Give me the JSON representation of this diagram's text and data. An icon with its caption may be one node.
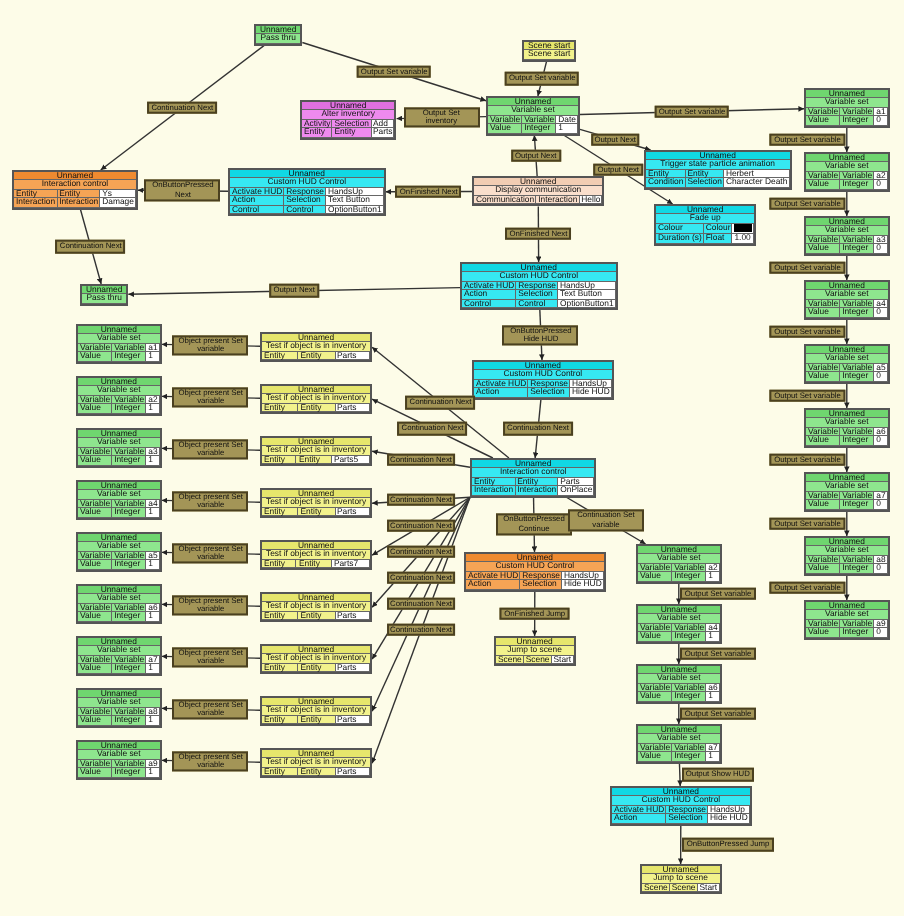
{
  "diagram": {
    "nodes": [
      {
        "text": [
          "Unnamed",
          "Pass thru"
        ]
      },
      {
        "text": [
          "Scene start",
          "Scene start"
        ]
      },
      {
        "text": [
          "Unnamed",
          "Variable set",
          "Variable",
          "Variable",
          "Date",
          "Value",
          "Integer",
          "1"
        ]
      },
      {
        "text": [
          "Unnamed",
          "Alter inventory",
          "Activity",
          "Selection",
          "Add",
          "Entity",
          "Entity",
          "Parts"
        ]
      },
      {
        "text": [
          "Unnamed",
          "Interaction control",
          "Entity",
          "Entity",
          "Ys",
          "Interaction",
          "Interaction",
          "Damage"
        ]
      },
      {
        "text": [
          "Unnamed",
          "Custom HUD Control",
          "Activate HUD",
          "Response",
          "HandsUp",
          "Action",
          "Selection",
          "Text Button",
          "Control",
          "Control",
          "OptionButton1"
        ]
      },
      {
        "text": [
          "Unnamed",
          "Display communication",
          "Communication",
          "Interaction",
          "Hello"
        ]
      },
      {
        "text": [
          "Unnamed",
          "Trigger state particle animation",
          "Entity",
          "Entity",
          "Herbert",
          "Condition",
          "Selection",
          "Character Death"
        ]
      },
      {
        "text": [
          "Unnamed",
          "Fade up",
          "Colour",
          "Colour",
          "Duration (s)",
          "Float",
          "1.00"
        ]
      },
      {
        "text": [
          "Unnamed",
          "Pass thru"
        ]
      },
      {
        "text": [
          "Unnamed",
          "Custom HUD Control",
          "Activate HUD",
          "Response",
          "HandsUp",
          "Action",
          "Selection",
          "Text Button",
          "Control",
          "Control",
          "OptionButton1"
        ]
      },
      {
        "text": [
          "Unnamed",
          "Custom HUD Control",
          "Activate HUD",
          "Response",
          "HandsUp",
          "Action",
          "Selection",
          "Hide HUD"
        ]
      },
      {
        "text": [
          "Unnamed",
          "Interaction control",
          "Entity",
          "Entity",
          "Parts",
          "Interaction",
          "Interaction",
          "OnPlace"
        ]
      },
      {
        "text": [
          "Unnamed",
          "Custom HUD Control",
          "Activate HUD",
          "Response",
          "HandsUp",
          "Action",
          "Selection",
          "Hide HUD"
        ]
      },
      {
        "text": [
          "Unnamed",
          "Jump to scene",
          "Scene",
          "Scene",
          "Start"
        ]
      },
      {
        "text": [
          "Unnamed",
          "Variable set",
          "Variable",
          "Variable",
          "a1",
          "Value",
          "Integer",
          "1"
        ]
      },
      {
        "text": [
          "Unnamed",
          "Variable set",
          "Variable",
          "Variable",
          "a2",
          "Value",
          "Integer",
          "1"
        ]
      },
      {
        "text": [
          "Unnamed",
          "Variable set",
          "Variable",
          "Variable",
          "a3",
          "Value",
          "Integer",
          "1"
        ]
      },
      {
        "text": [
          "Unnamed",
          "Variable set",
          "Variable",
          "Variable",
          "a4",
          "Value",
          "Integer",
          "1"
        ]
      },
      {
        "text": [
          "Unnamed",
          "Variable set",
          "Variable",
          "Variable",
          "a5",
          "Value",
          "Integer",
          "1"
        ]
      },
      {
        "text": [
          "Unnamed",
          "Variable set",
          "Variable",
          "Variable",
          "a6",
          "Value",
          "Integer",
          "1"
        ]
      },
      {
        "text": [
          "Unnamed",
          "Variable set",
          "Variable",
          "Variable",
          "a7",
          "Value",
          "Integer",
          "1"
        ]
      },
      {
        "text": [
          "Unnamed",
          "Variable set",
          "Variable",
          "Variable",
          "a8",
          "Value",
          "Integer",
          "1"
        ]
      },
      {
        "text": [
          "Unnamed",
          "Variable set",
          "Variable",
          "Variable",
          "a9",
          "Value",
          "Integer",
          "1"
        ]
      },
      {
        "text": [
          "Unnamed",
          "Test if object is in inventory",
          "Entity",
          "Entity",
          "Parts"
        ]
      },
      {
        "text": [
          "Unnamed",
          "Test if object is in inventory",
          "Entity",
          "Entity",
          "Parts"
        ]
      },
      {
        "text": [
          "Unnamed",
          "Test if object is in inventory",
          "Entity",
          "Entity",
          "Parts5"
        ]
      },
      {
        "text": [
          "Unnamed",
          "Test if object is in inventory",
          "Entity",
          "Entity",
          "Parts"
        ]
      },
      {
        "text": [
          "Unnamed",
          "Test if object is in inventory",
          "Entity",
          "Entity",
          "Parts7"
        ]
      },
      {
        "text": [
          "Unnamed",
          "Test if object is in inventory",
          "Entity",
          "Entity",
          "Parts"
        ]
      },
      {
        "text": [
          "Unnamed",
          "Test if object is in inventory",
          "Entity",
          "Entity",
          "Parts"
        ]
      },
      {
        "text": [
          "Unnamed",
          "Test if object is in inventory",
          "Entity",
          "Entity",
          "Parts"
        ]
      },
      {
        "text": [
          "Unnamed",
          "Test if object is in inventory",
          "Entity",
          "Entity",
          "Parts"
        ]
      },
      {
        "text": [
          "Unnamed",
          "Variable set",
          "Variable",
          "Variable",
          "a1",
          "Value",
          "Integer",
          "0"
        ]
      },
      {
        "text": [
          "Unnamed",
          "Variable set",
          "Variable",
          "Variable",
          "a2",
          "Value",
          "Integer",
          "0"
        ]
      },
      {
        "text": [
          "Unnamed",
          "Variable set",
          "Variable",
          "Variable",
          "a3",
          "Value",
          "Integer",
          "0"
        ]
      },
      {
        "text": [
          "Unnamed",
          "Variable set",
          "Variable",
          "Variable",
          "a4",
          "Value",
          "Integer",
          "0"
        ]
      },
      {
        "text": [
          "Unnamed",
          "Variable set",
          "Variable",
          "Variable",
          "a5",
          "Value",
          "Integer",
          "0"
        ]
      },
      {
        "text": [
          "Unnamed",
          "Variable set",
          "Variable",
          "Variable",
          "a6",
          "Value",
          "Integer",
          "0"
        ]
      },
      {
        "text": [
          "Unnamed",
          "Variable set",
          "Variable",
          "Variable",
          "a7",
          "Value",
          "Integer",
          "0"
        ]
      },
      {
        "text": [
          "Unnamed",
          "Variable set",
          "Variable",
          "Variable",
          "a8",
          "Value",
          "Integer",
          "0"
        ]
      },
      {
        "text": [
          "Unnamed",
          "Variable set",
          "Variable",
          "Variable",
          "a9",
          "Value",
          "Integer",
          "0"
        ]
      },
      {
        "text": [
          "Unnamed",
          "Variable set",
          "Variable",
          "Variable",
          "a2",
          "Value",
          "Integer",
          "1"
        ]
      },
      {
        "text": [
          "Unnamed",
          "Variable set",
          "Variable",
          "Variable",
          "a4",
          "Value",
          "Integer",
          "1"
        ]
      },
      {
        "text": [
          "Unnamed",
          "Variable set",
          "Variable",
          "Variable",
          "a6",
          "Value",
          "Integer",
          "1"
        ]
      },
      {
        "text": [
          "Unnamed",
          "Variable set",
          "Variable",
          "Variable",
          "a7",
          "Value",
          "Integer",
          "1"
        ]
      },
      {
        "text": [
          "Unnamed",
          "Custom HUD Control",
          "Activate HUD",
          "Response",
          "HandsUp",
          "Action",
          "Selection",
          "Hide HUD"
        ]
      },
      {
        "text": [
          "Unnamed",
          "Jump to scene",
          "Scene",
          "Scene",
          "Start"
        ]
      }
    ],
    "edges": [
      {
        "from": 1,
        "to": 2,
        "arrow": "to",
        "label": "Output Set variable"
      },
      {
        "from": 0,
        "to": 2,
        "arrow": "to",
        "label": "Output Set variable"
      },
      {
        "from": 0,
        "to": 4,
        "arrow": "to",
        "label": "Continuation Next"
      },
      {
        "from": 4,
        "to": 9,
        "arrow": "to",
        "label": "Continuation Next"
      },
      {
        "from": 10,
        "to": 9,
        "arrow": "to",
        "label": "Output Next"
      },
      {
        "from": 5,
        "to": 4,
        "arrow": "to",
        "label": "OnButtonPressed Next"
      },
      {
        "from": 6,
        "to": 5,
        "arrow": "to",
        "label": "OnFinished Next"
      },
      {
        "from": 2,
        "to": 3,
        "arrow": "to",
        "label": "Output Set inventory"
      },
      {
        "from": 6,
        "to": 2,
        "arrow": "to",
        "label": "Output Next"
      },
      {
        "from": 6,
        "to": 10,
        "arrow": "to",
        "label": "OnFinished Next"
      },
      {
        "from": 10,
        "to": 11,
        "arrow": "to",
        "label": "OnButtonPressed Hide HUD"
      },
      {
        "from": 11,
        "to": 12,
        "arrow": "to",
        "label": "Continuation Next"
      },
      {
        "from": 12,
        "to": 13,
        "arrow": "to",
        "label": "OnButtonPressed Continue"
      },
      {
        "from": 13,
        "to": 14,
        "arrow": "to",
        "label": "OnFinished Jump"
      },
      {
        "from": 2,
        "to": 7,
        "arrow": "to",
        "label": "Output Next"
      },
      {
        "from": 2,
        "to": 8,
        "arrow": "to",
        "label": "Output Next"
      },
      {
        "from": 2,
        "to": 33,
        "arrow": "to",
        "label": "Output Set variable"
      },
      {
        "from": 33,
        "to": 34,
        "arrow": "to",
        "label": "Output Set variable"
      },
      {
        "from": 34,
        "to": 35,
        "arrow": "to",
        "label": "Output Set variable"
      },
      {
        "from": 35,
        "to": 36,
        "arrow": "to",
        "label": "Output Set variable"
      },
      {
        "from": 36,
        "to": 37,
        "arrow": "to",
        "label": "Output Set variable"
      },
      {
        "from": 37,
        "to": 38,
        "arrow": "to",
        "label": "Output Set variable"
      },
      {
        "from": 38,
        "to": 39,
        "arrow": "to",
        "label": "Output Set variable"
      },
      {
        "from": 39,
        "to": 40,
        "arrow": "to",
        "label": "Output Set variable"
      },
      {
        "from": 40,
        "to": 41,
        "arrow": "to",
        "label": "Output Set variable"
      },
      {
        "from": 12,
        "to": 24,
        "arrow": "to",
        "label": "Continuation Next"
      },
      {
        "from": 12,
        "to": 25,
        "arrow": "to",
        "label": "Continuation Next"
      },
      {
        "from": 12,
        "to": 26,
        "arrow": "to",
        "label": "Continuation Next"
      },
      {
        "from": 12,
        "to": 27,
        "arrow": "to",
        "label": "Continuation Next"
      },
      {
        "from": 12,
        "to": 28,
        "arrow": "to",
        "label": "Continuation Next"
      },
      {
        "from": 12,
        "to": 29,
        "arrow": "to",
        "label": "Continuation Next"
      },
      {
        "from": 12,
        "to": 30,
        "arrow": "to",
        "label": "Continuation Next"
      },
      {
        "from": 12,
        "to": 31,
        "arrow": "to",
        "label": "Continuation Next"
      },
      {
        "from": 12,
        "to": 32,
        "arrow": "to",
        "label": "Continuation Next"
      },
      {
        "from": 24,
        "to": 15,
        "arrow": "to",
        "label": "Object present Set variable"
      },
      {
        "from": 25,
        "to": 16,
        "arrow": "to",
        "label": "Object present Set variable"
      },
      {
        "from": 26,
        "to": 17,
        "arrow": "to",
        "label": "Object present Set variable"
      },
      {
        "from": 27,
        "to": 18,
        "arrow": "to",
        "label": "Object present Set variable"
      },
      {
        "from": 28,
        "to": 19,
        "arrow": "to",
        "label": "Object present Set variable"
      },
      {
        "from": 29,
        "to": 20,
        "arrow": "to",
        "label": "Object present Set variable"
      },
      {
        "from": 30,
        "to": 21,
        "arrow": "to",
        "label": "Object present Set variable"
      },
      {
        "from": 31,
        "to": 22,
        "arrow": "to",
        "label": "Object present Set variable"
      },
      {
        "from": 32,
        "to": 23,
        "arrow": "to",
        "label": "Object present Set variable"
      },
      {
        "from": 12,
        "to": 42,
        "arrow": "to",
        "label": "Continuation Set variable"
      },
      {
        "from": 42,
        "to": 43,
        "arrow": "to",
        "label": "Output Set variable"
      },
      {
        "from": 43,
        "to": 44,
        "arrow": "to",
        "label": "Output Set variable"
      },
      {
        "from": 44,
        "to": 45,
        "arrow": "to",
        "label": "Output Set variable"
      },
      {
        "from": 45,
        "to": 46,
        "arrow": "to",
        "label": "Output Show HUD"
      },
      {
        "from": 46,
        "to": 47,
        "arrow": "to",
        "label": "OnButtonPressed Jump"
      }
    ]
  }
}
